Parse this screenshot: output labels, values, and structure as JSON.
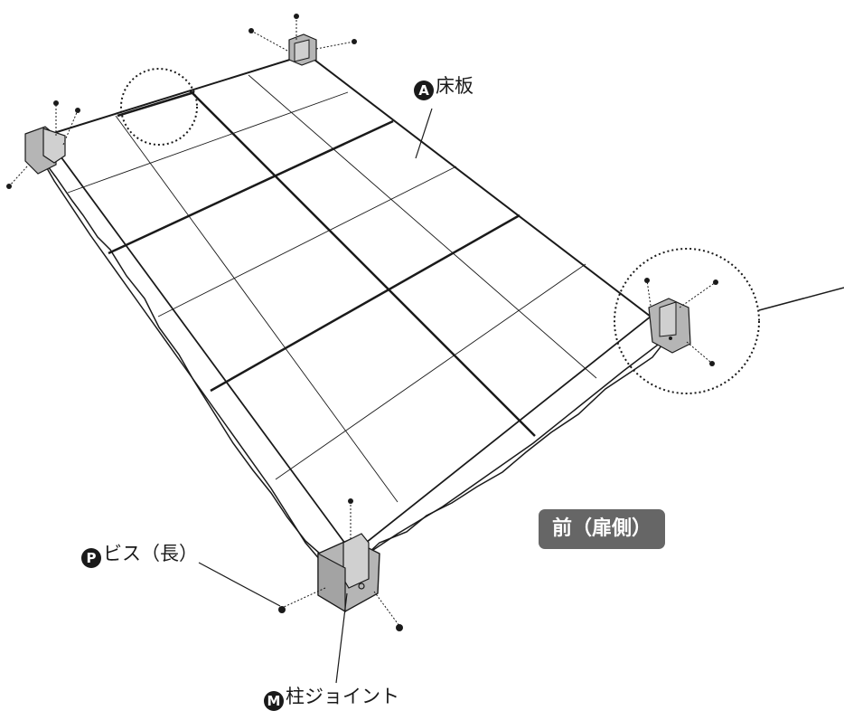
{
  "labels": {
    "floor_board": {
      "marker": "A",
      "text": "床板"
    },
    "screw_long": {
      "marker": "P",
      "text": "ビス（長）"
    },
    "post_joint": {
      "marker": "M",
      "text": "柱ジョイント"
    },
    "front_side": "前（扉側）"
  },
  "colors": {
    "line": "#1a1a1a",
    "joint_fill": "#b5b5b5",
    "badge_fill": "#666666"
  }
}
